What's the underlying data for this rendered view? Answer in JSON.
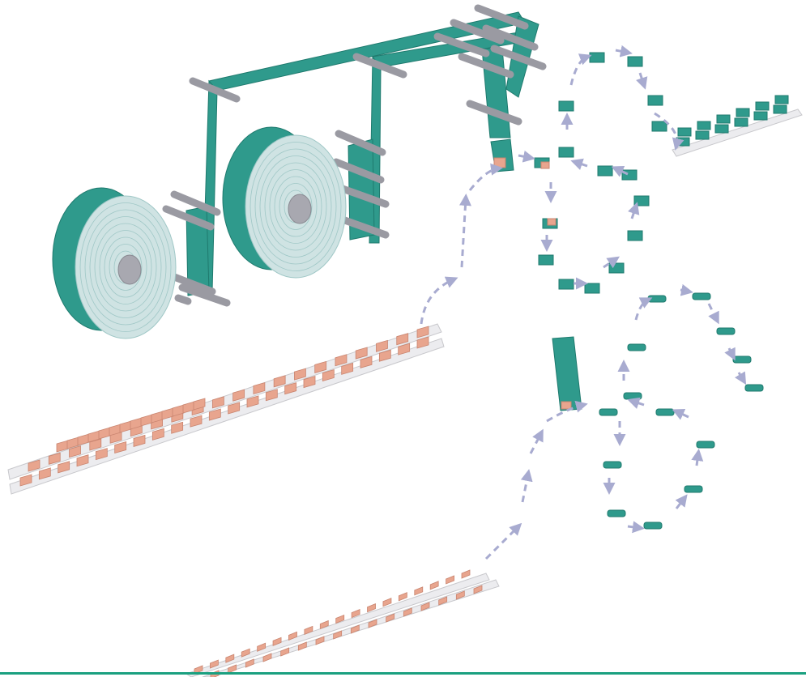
{
  "diagram": {
    "description_items": [
      {
        "name": "film-reel-left"
      },
      {
        "name": "film-reel-right"
      },
      {
        "name": "film-routing-frame"
      },
      {
        "name": "upper-conveyor"
      },
      {
        "name": "lower-conveyor"
      },
      {
        "name": "upper-wrapping-loop"
      },
      {
        "name": "lower-wrapping-loop"
      }
    ]
  },
  "colors": {
    "film": "#2f9a8c",
    "film_dark": "#1f7a6e",
    "reel_face": "#cfe3e3",
    "reel_rings": "#9fc7c6",
    "hub": "#a8a8b0",
    "roller": "#9a9aa2",
    "product": "#e8a58e",
    "product_dark": "#c98570",
    "rail": "#c8c8cc",
    "arrow": "#a8abd0",
    "baseline": "#1aa080"
  }
}
